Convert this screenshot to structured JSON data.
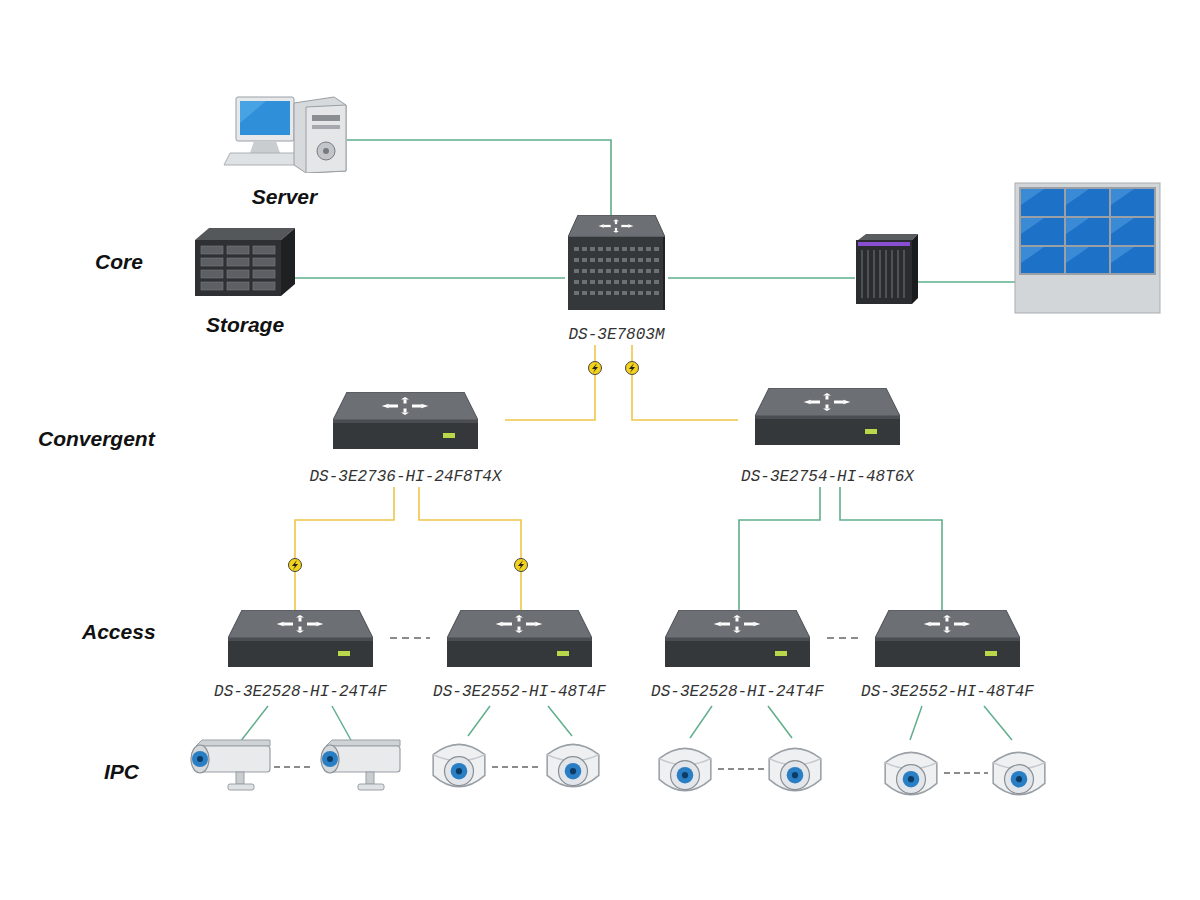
{
  "diagram": {
    "nodes": [
      {
        "text": [
          "Server"
        ]
      },
      {
        "text": [
          "Storage"
        ]
      },
      {
        "text": [
          "DS-3E7803M"
        ]
      },
      {
        "text": [
          "DS-3E2736-HI-24F8T4X"
        ]
      },
      {
        "text": [
          "DS-3E2754-HI-48T6X"
        ]
      },
      {
        "text": [
          "DS-3E2528-HI-24T4F"
        ]
      },
      {
        "text": [
          "DS-3E2552-HI-48T4F"
        ]
      },
      {
        "text": [
          "DS-3E2528-HI-24T4F"
        ]
      },
      {
        "text": [
          "DS-3E2552-HI-48T4F"
        ]
      }
    ],
    "edges": [
      {
        "from": 0,
        "to": 2,
        "arrow": "none"
      },
      {
        "from": 1,
        "to": 2,
        "arrow": "none"
      },
      {
        "from": 2,
        "to": 3,
        "arrow": "none"
      },
      {
        "from": 2,
        "to": 4,
        "arrow": "none"
      },
      {
        "from": 3,
        "to": 5,
        "arrow": "none"
      },
      {
        "from": 3,
        "to": 6,
        "arrow": "none"
      },
      {
        "from": 4,
        "to": 7,
        "arrow": "none"
      },
      {
        "from": 4,
        "to": 8,
        "arrow": "none"
      },
      {
        "from": 5,
        "to": 6,
        "arrow": "none"
      },
      {
        "from": 7,
        "to": 8,
        "arrow": "none"
      }
    ],
    "labels": [
      "Core",
      "Convergent",
      "Access",
      "IPC"
    ]
  }
}
